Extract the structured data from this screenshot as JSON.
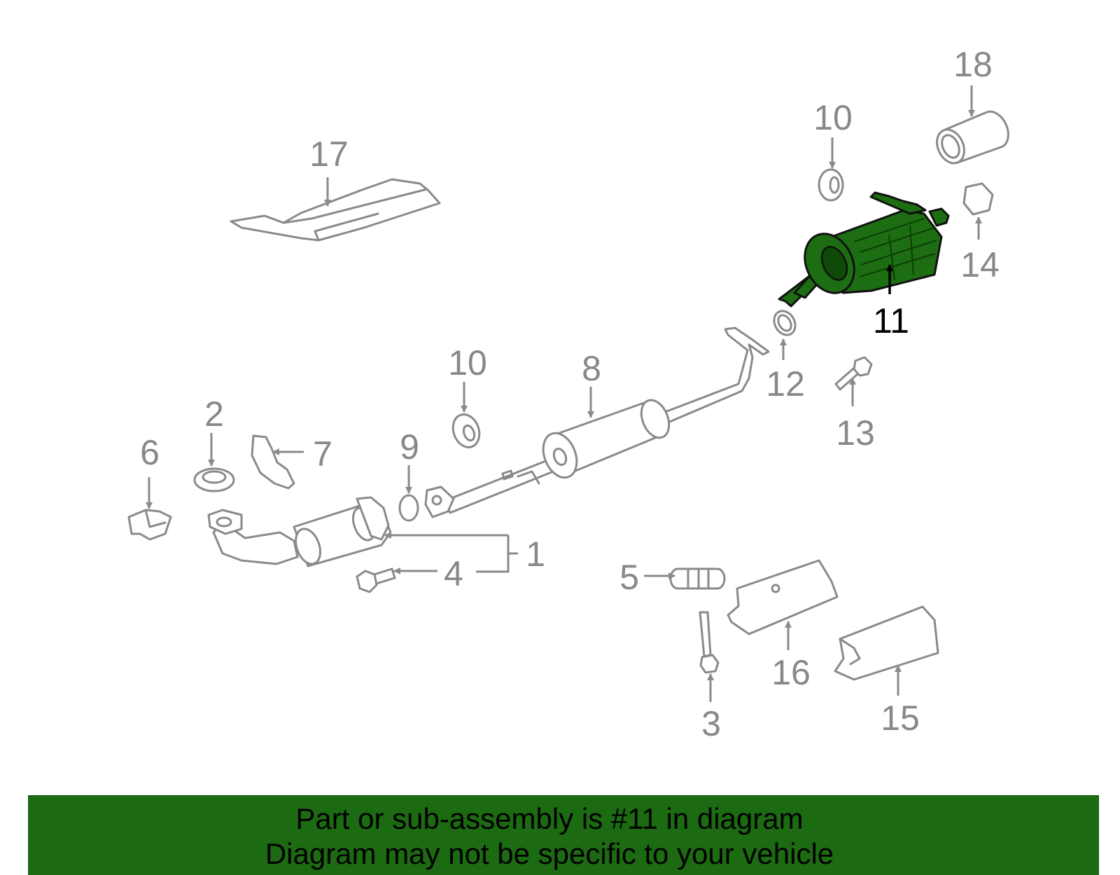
{
  "colors": {
    "highlight": "#1d6e12",
    "banner": "#1c6a12",
    "part_line": "#8a8a8a",
    "label": "#888888"
  },
  "labels": {
    "p1": "1",
    "p2": "2",
    "p3": "3",
    "p4": "4",
    "p5": "5",
    "p6": "6",
    "p7": "7",
    "p8": "8",
    "p9": "9",
    "p10a": "10",
    "p10b": "10",
    "p11": "11",
    "p12": "12",
    "p13": "13",
    "p14": "14",
    "p15": "15",
    "p16": "16",
    "p17": "17",
    "p18": "18"
  },
  "highlighted_part": "11",
  "banner": {
    "line1": "Part or sub-assembly is #11 in diagram",
    "line2": "Diagram may not be specific to your vehicle"
  }
}
